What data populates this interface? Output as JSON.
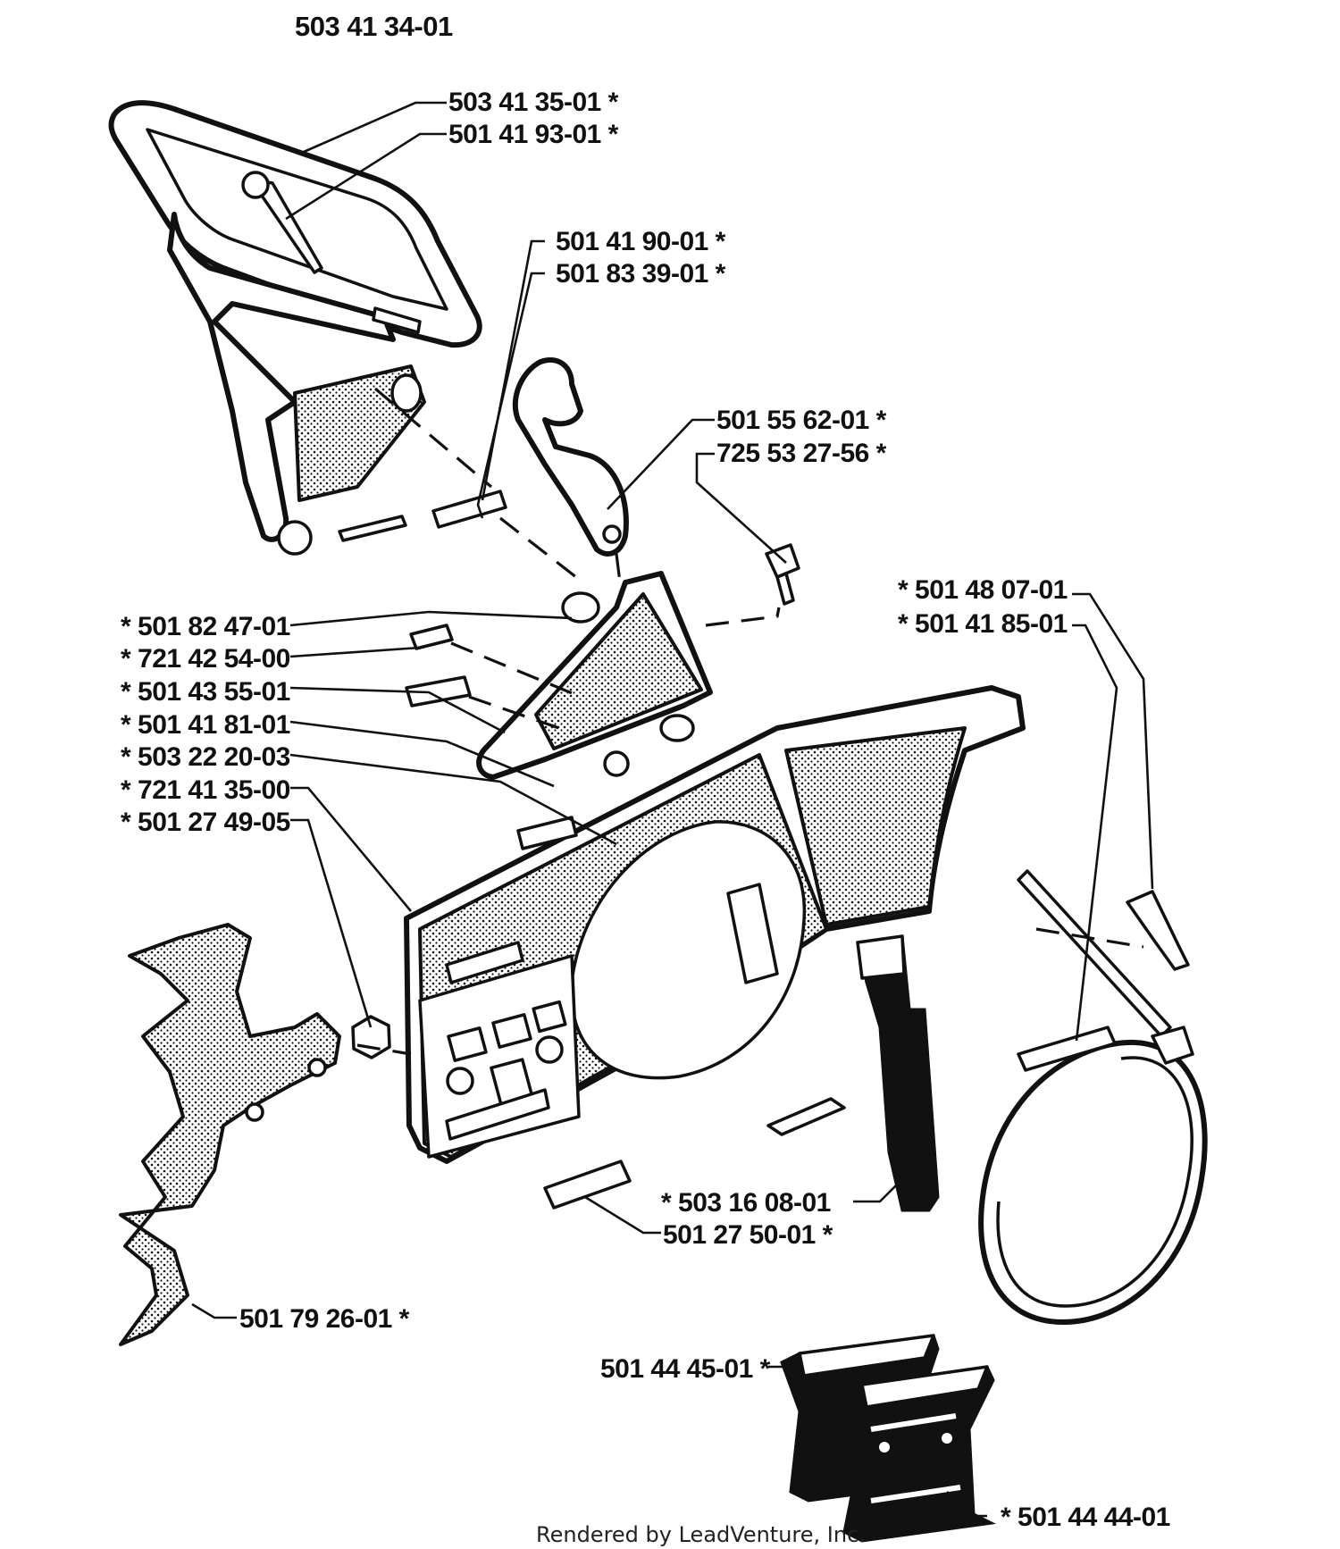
{
  "assembly_number": "503 41 34-01",
  "footer": "Rendered by LeadVenture, Inc.",
  "callouts": [
    {
      "id": "503-41-35-01",
      "text": "503 41 35-01  *"
    },
    {
      "id": "501-41-93-01",
      "text": "501 41 93-01  *"
    },
    {
      "id": "501-41-90-01",
      "text": "501 41 90-01  *"
    },
    {
      "id": "501-83-39-01",
      "text": "501 83 39-01  *"
    },
    {
      "id": "501-55-62-01",
      "text": "501 55 62-01  *"
    },
    {
      "id": "725-53-27-56",
      "text": "725 53 27-56  *"
    },
    {
      "id": "501-48-07-01",
      "text": "*  501 48 07-01"
    },
    {
      "id": "501-41-85-01",
      "text": "*  501 41 85-01"
    },
    {
      "id": "501-82-47-01",
      "text": "*  501 82 47-01"
    },
    {
      "id": "721-42-54-00",
      "text": "*  721 42 54-00"
    },
    {
      "id": "501-43-55-01",
      "text": "*  501 43 55-01"
    },
    {
      "id": "501-41-81-01",
      "text": "*  501 41 81-01"
    },
    {
      "id": "503-22-20-03",
      "text": "*  503 22 20-03"
    },
    {
      "id": "721-41-35-00",
      "text": "*  721 41 35-00"
    },
    {
      "id": "501-27-49-05",
      "text": "*  501 27 49-05"
    },
    {
      "id": "503-16-08-01",
      "text": "*  503 16 08-01"
    },
    {
      "id": "501-27-50-01",
      "text": "501 27 50-01  *"
    },
    {
      "id": "501-79-26-01",
      "text": "501 79 26-01  *"
    },
    {
      "id": "501-44-45-01",
      "text": "501 44 45-01  *"
    },
    {
      "id": "501-44-44-01",
      "text": "*  501 44 44-01"
    }
  ]
}
